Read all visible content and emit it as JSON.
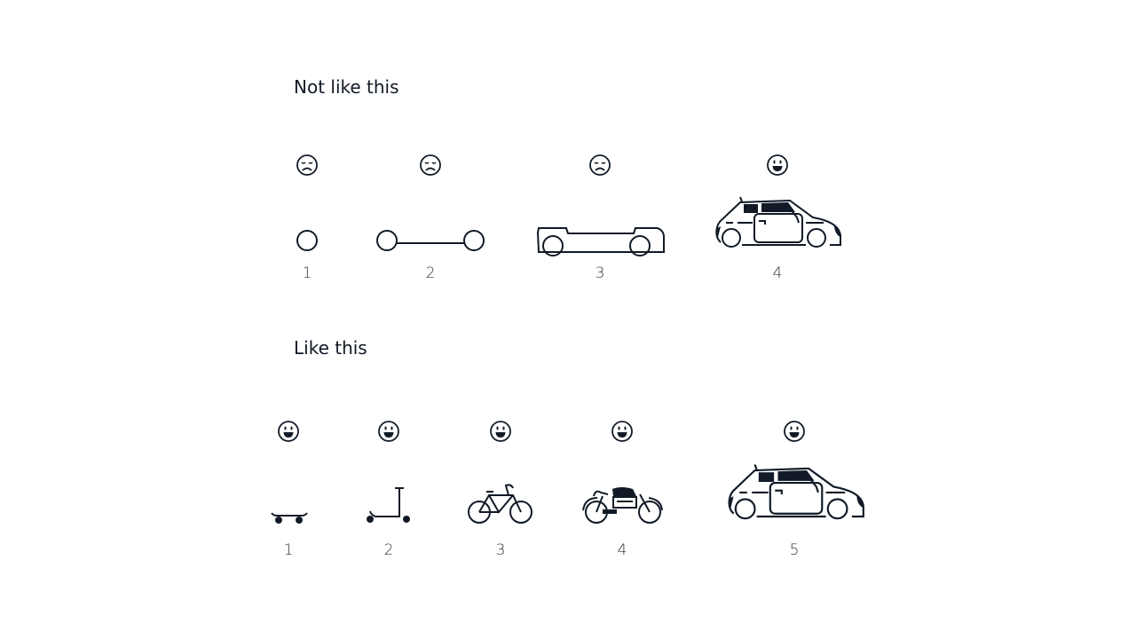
{
  "sections": [
    {
      "title": "Not like this",
      "items": [
        {
          "label": "1",
          "mood": "sad",
          "icon": "wheel"
        },
        {
          "label": "2",
          "mood": "sad",
          "icon": "axle"
        },
        {
          "label": "3",
          "mood": "sad",
          "icon": "car-chassis"
        },
        {
          "label": "4",
          "mood": "happy",
          "icon": "car"
        }
      ]
    },
    {
      "title": "Like this",
      "items": [
        {
          "label": "1",
          "mood": "happy",
          "icon": "skateboard"
        },
        {
          "label": "2",
          "mood": "happy",
          "icon": "scooter"
        },
        {
          "label": "3",
          "mood": "happy",
          "icon": "bicycle"
        },
        {
          "label": "4",
          "mood": "happy",
          "icon": "motorcycle"
        },
        {
          "label": "5",
          "mood": "happy",
          "icon": "car"
        }
      ]
    }
  ],
  "colors": {
    "ink": "#111a26",
    "background": "#ffffff"
  }
}
